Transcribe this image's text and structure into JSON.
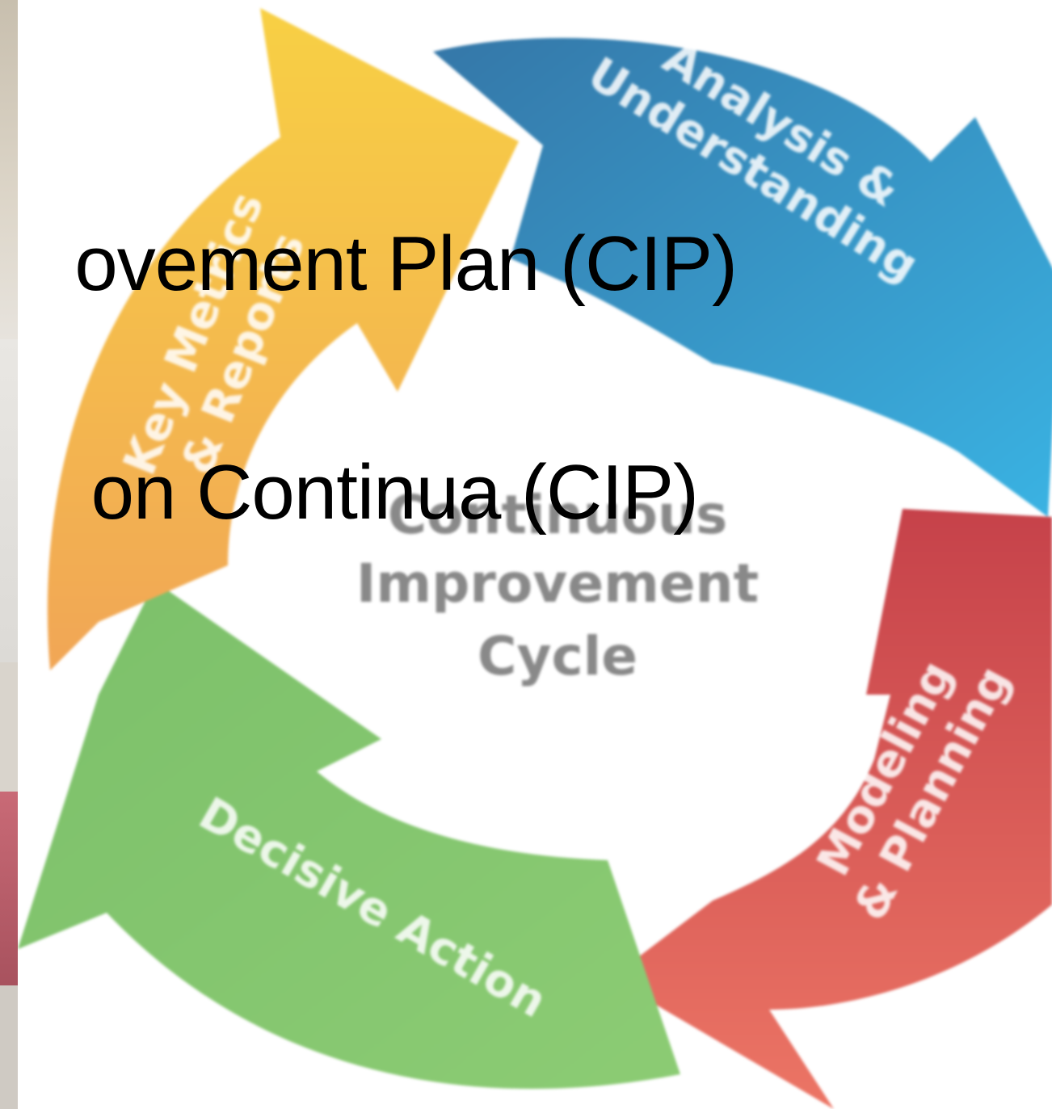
{
  "title_en": "ovement Plan (CIP)",
  "title_es": "on Continua (CIP)",
  "diagram": {
    "center_lines": [
      "Continuous",
      "Improvement",
      "Cycle"
    ],
    "arrows": [
      {
        "lines": [
          "Analysis &",
          "Understanding"
        ],
        "color": "#3a8fc6"
      },
      {
        "lines": [
          "Modeling",
          "& Planning"
        ],
        "color": "#d9545a"
      },
      {
        "lines": [
          "Decisive Action"
        ],
        "color": "#8ccc74"
      },
      {
        "lines": [
          "Key Metrics",
          "& Reports"
        ],
        "color": "#f3b34c"
      }
    ]
  }
}
